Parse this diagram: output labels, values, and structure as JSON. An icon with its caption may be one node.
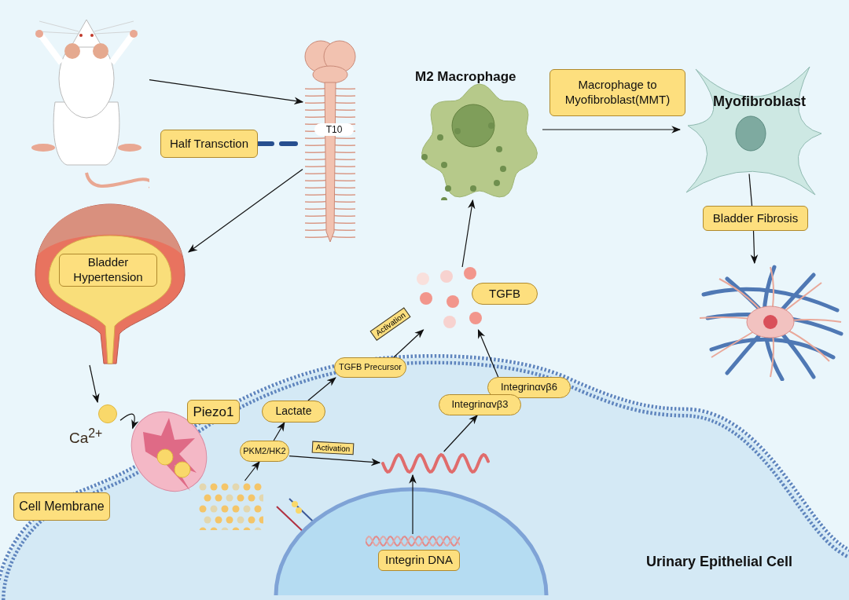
{
  "diagram": {
    "nodes": [
      {
        "text": [],
        "shape": "picture"
      },
      {
        "text": [],
        "shape": "picture"
      },
      {
        "text": [
          "Half Transction"
        ]
      },
      {
        "text": [
          "M2 Macrophage"
        ]
      },
      {
        "text": [
          "Macrophage to Myofibroblast(MMT)"
        ]
      },
      {
        "text": [
          "Myofibroblast"
        ]
      },
      {
        "text": [],
        "shape": "picture"
      },
      {
        "text": [
          "Bladder Hypertension"
        ],
        "in": 6
      },
      {
        "text": [
          "Bladder Fibrosis"
        ]
      },
      {
        "text": [],
        "shape": "picture"
      },
      {
        "text": [
          "TGFB"
        ]
      },
      {
        "text": [],
        "shape": "picture"
      },
      {
        "text": [
          "Urinary Epithelial Cell"
        ]
      },
      {
        "text": [
          "Ca$^{2+}$"
        ]
      },
      {
        "text": [],
        "shape": "picture",
        "in": 12
      },
      {
        "text": [
          "Piezo1"
        ]
      },
      {
        "text": [
          "TGFB Precursor"
        ],
        "in": 12
      },
      {
        "text": [
          "Lactate"
        ],
        "in": 12
      },
      {
        "text": [
          "PKM2/HK2"
        ],
        "in": 12
      },
      {
        "text": [],
        "shape": "picture",
        "in": 12
      },
      {
        "text": [],
        "shape": "picture",
        "in": 12
      },
      {
        "text": [
          "Integrinαvβ6"
        ],
        "in": 12
      },
      {
        "text": [
          "Integrinαvβ3"
        ],
        "in": 12
      },
      {
        "text": [
          "Cell Membrane"
        ],
        "in": 12
      },
      {
        "text": [],
        "shape": "circle",
        "in": 12
      },
      {
        "text": [],
        "shape": "picture",
        "in": 24
      },
      {
        "text": [
          "Integrin DNA"
        ],
        "in": 24
      }
    ],
    "edges": [
      {
        "from": 0,
        "to": 1,
        "arrow": "to"
      },
      {
        "from": 1,
        "to": 6,
        "arrow": "to"
      },
      {
        "from": 2,
        "to": 1,
        "arrow": "none",
        "style": "dashed",
        "color": "#274f8f"
      },
      {
        "from": 6,
        "to": 13,
        "arrow": "to"
      },
      {
        "from": 13,
        "to": 14,
        "arrow": "to"
      },
      {
        "from": 19,
        "to": 18,
        "arrow": "to"
      },
      {
        "from": 18,
        "to": 17,
        "arrow": "to"
      },
      {
        "from": 17,
        "to": 16,
        "arrow": "to"
      },
      {
        "from": 16,
        "to": 9,
        "arrow": "to",
        "label": "Activation"
      },
      {
        "from": 18,
        "to": 20,
        "arrow": "to",
        "label": "Activation"
      },
      {
        "from": 25,
        "to": 20,
        "arrow": "to"
      },
      {
        "from": 20,
        "to": 22,
        "arrow": "to"
      },
      {
        "from": 21,
        "to": 9,
        "arrow": "to"
      },
      {
        "from": 9,
        "to": 3,
        "arrow": "to"
      },
      {
        "from": 3,
        "to": 5,
        "arrow": "to"
      },
      {
        "from": 5,
        "to": 8,
        "arrow": "none"
      },
      {
        "from": 8,
        "to": 11,
        "arrow": "to"
      }
    ],
    "labels": [
      "T10"
    ]
  }
}
